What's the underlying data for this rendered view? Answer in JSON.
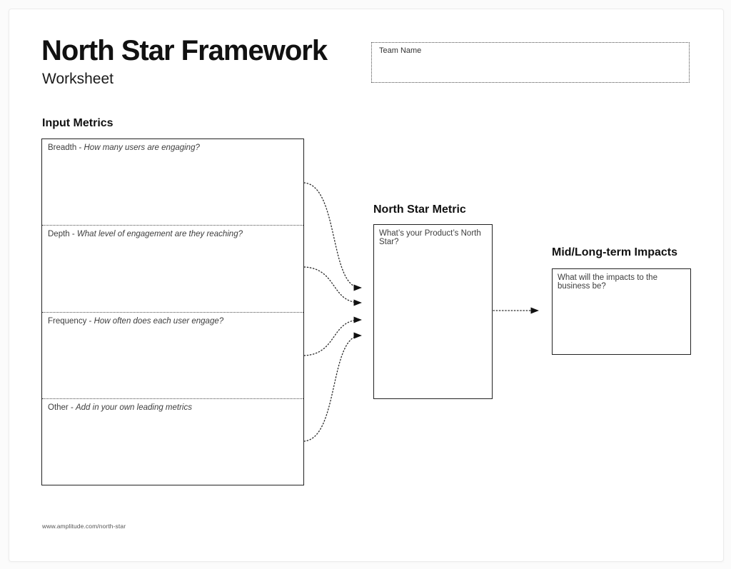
{
  "page": {
    "title": "North Star Framework",
    "subtitle": "Worksheet",
    "footer_url": "www.amplitude.com/north-star"
  },
  "team_name_field": {
    "label": "Team Name"
  },
  "input_metrics": {
    "heading": "Input Metrics",
    "sections": [
      {
        "prefix": "Breadth - ",
        "question": "How many users are engaging?"
      },
      {
        "prefix": "Depth - ",
        "question": "What level of engagement are they reaching?"
      },
      {
        "prefix": "Frequency - ",
        "question": "How often does each user engage?"
      },
      {
        "prefix": "Other - ",
        "question": "Add in your own leading metrics"
      }
    ]
  },
  "north_star": {
    "heading": "North Star Metric",
    "prompt": "What’s your Product’s North Star?"
  },
  "impacts": {
    "heading": "Mid/Long-term Impacts",
    "prompt": "What will the impacts to the business be?"
  },
  "colors": {
    "ink": "#111111",
    "box_border": "#222222",
    "dotted_line": "#4a4a4a",
    "label_text": "#3d3d3d",
    "page_background": "#ffffff"
  }
}
